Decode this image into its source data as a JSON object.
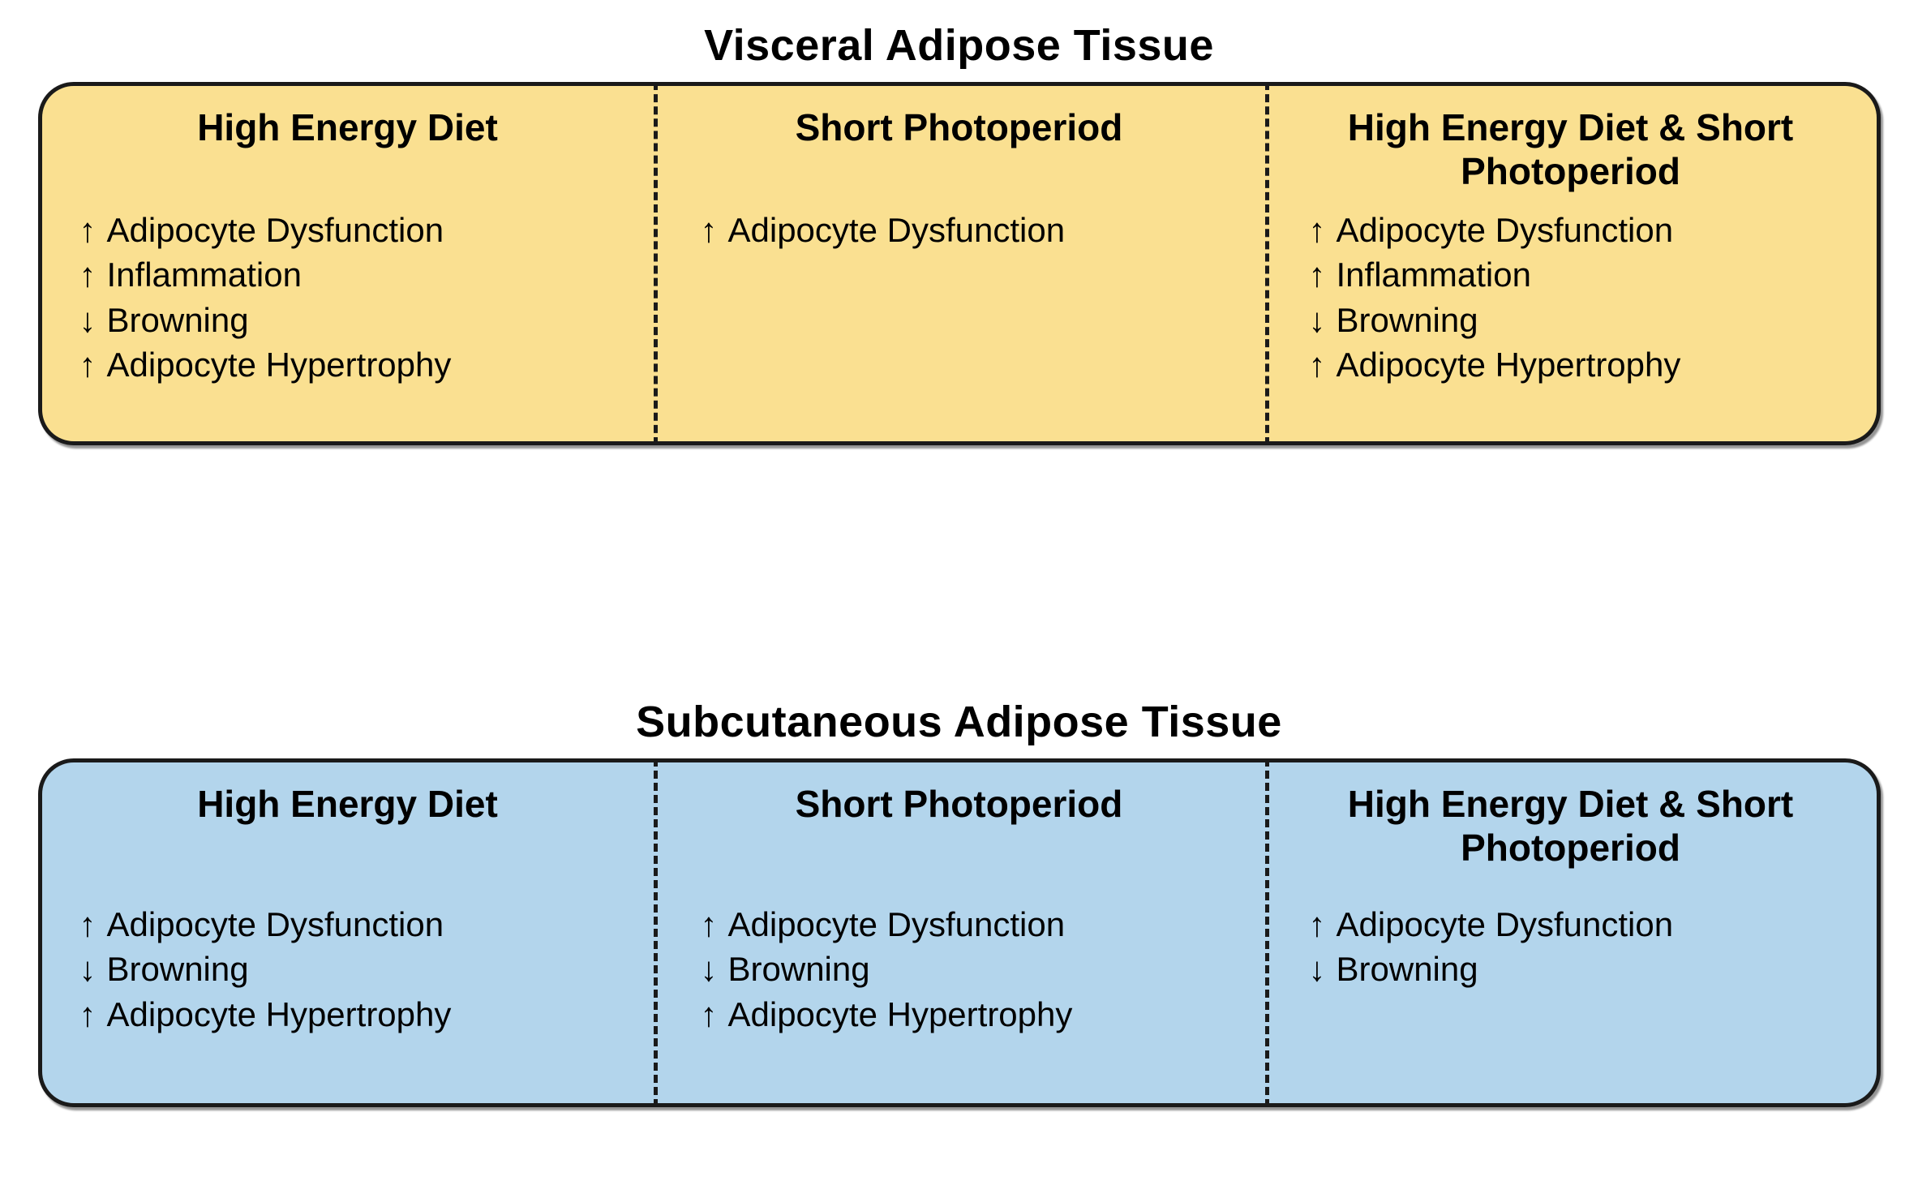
{
  "figure": {
    "background_color": "#ffffff",
    "border_color": "#1a1a1a"
  },
  "sections": [
    {
      "id": "visceral-adipose-tissue",
      "title": "Visceral Adipose Tissue",
      "panel_color": "#fae091",
      "columns": [
        {
          "heading": "High Energy Diet",
          "items": [
            {
              "arrow": "↑",
              "label": "Adipocyte Dysfunction"
            },
            {
              "arrow": "↑",
              "label": "Inflammation"
            },
            {
              "arrow": "↓",
              "label": "Browning"
            },
            {
              "arrow": "↑",
              "label": "Adipocyte Hypertrophy"
            }
          ]
        },
        {
          "heading": "Short Photoperiod",
          "items": [
            {
              "arrow": "↑",
              "label": "Adipocyte Dysfunction"
            }
          ]
        },
        {
          "heading": "High Energy Diet & Short Photoperiod",
          "items": [
            {
              "arrow": "↑",
              "label": "Adipocyte Dysfunction"
            },
            {
              "arrow": "↑",
              "label": "Inflammation"
            },
            {
              "arrow": "↓",
              "label": "Browning"
            },
            {
              "arrow": "↑",
              "label": "Adipocyte Hypertrophy"
            }
          ]
        }
      ]
    },
    {
      "id": "subcutaneous-adipose-tissue",
      "title": "Subcutaneous Adipose Tissue",
      "panel_color": "#b3d5ec",
      "columns": [
        {
          "heading": "High Energy Diet",
          "items": [
            {
              "arrow": "↑",
              "label": "Adipocyte Dysfunction"
            },
            {
              "arrow": "↓",
              "label": "Browning"
            },
            {
              "arrow": "↑",
              "label": "Adipocyte Hypertrophy"
            }
          ]
        },
        {
          "heading": "Short Photoperiod",
          "items": [
            {
              "arrow": "↑",
              "label": "Adipocyte Dysfunction"
            },
            {
              "arrow": "↓",
              "label": "Browning"
            },
            {
              "arrow": "↑",
              "label": "Adipocyte Hypertrophy"
            }
          ]
        },
        {
          "heading": "High Energy Diet & Short Photoperiod",
          "items": [
            {
              "arrow": "↑",
              "label": "Adipocyte Dysfunction"
            },
            {
              "arrow": "↓",
              "label": "Browning"
            }
          ]
        }
      ]
    }
  ]
}
